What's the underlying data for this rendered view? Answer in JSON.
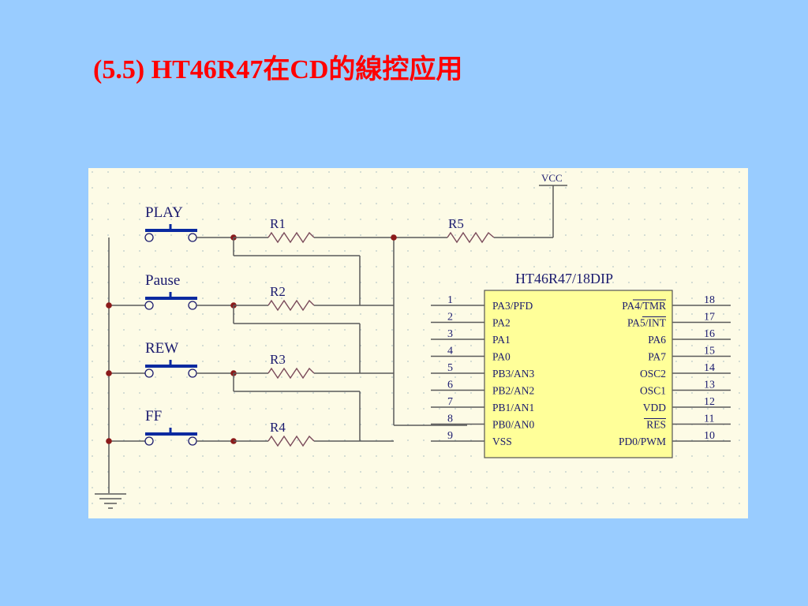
{
  "slide": {
    "title": "(5.5) HT46R47在CD的線控应用"
  },
  "colors": {
    "background": "#99ccff",
    "title": "#ff0000",
    "schematic_bg": "#fdfbe6",
    "chip_fill": "#ffff99",
    "junction": "#8b1a1a",
    "button": "#0a2aa0"
  },
  "schematic": {
    "supply_label": "VCC",
    "buttons": [
      {
        "label": "PLAY"
      },
      {
        "label": "Pause"
      },
      {
        "label": "REW"
      },
      {
        "label": "FF"
      }
    ],
    "resistors": [
      "R1",
      "R2",
      "R3",
      "R4",
      "R5"
    ],
    "chip": {
      "name": "HT46R47/18DIP",
      "left_pins": [
        {
          "num": "1",
          "name": "PA3/PFD"
        },
        {
          "num": "2",
          "name": "PA2"
        },
        {
          "num": "3",
          "name": "PA1"
        },
        {
          "num": "4",
          "name": "PA0"
        },
        {
          "num": "5",
          "name": "PB3/AN3"
        },
        {
          "num": "6",
          "name": "PB2/AN2"
        },
        {
          "num": "7",
          "name": "PB1/AN1"
        },
        {
          "num": "8",
          "name": "PB0/AN0"
        },
        {
          "num": "9",
          "name": "VSS"
        }
      ],
      "right_pins": [
        {
          "num": "18",
          "name": "PA4/TMR"
        },
        {
          "num": "17",
          "name": "PA5/INT"
        },
        {
          "num": "16",
          "name": "PA6"
        },
        {
          "num": "15",
          "name": "PA7"
        },
        {
          "num": "14",
          "name": "OSC2"
        },
        {
          "num": "13",
          "name": "OSC1"
        },
        {
          "num": "12",
          "name": "VDD"
        },
        {
          "num": "11",
          "name": "RES"
        },
        {
          "num": "10",
          "name": "PD0/PWM"
        }
      ]
    }
  }
}
